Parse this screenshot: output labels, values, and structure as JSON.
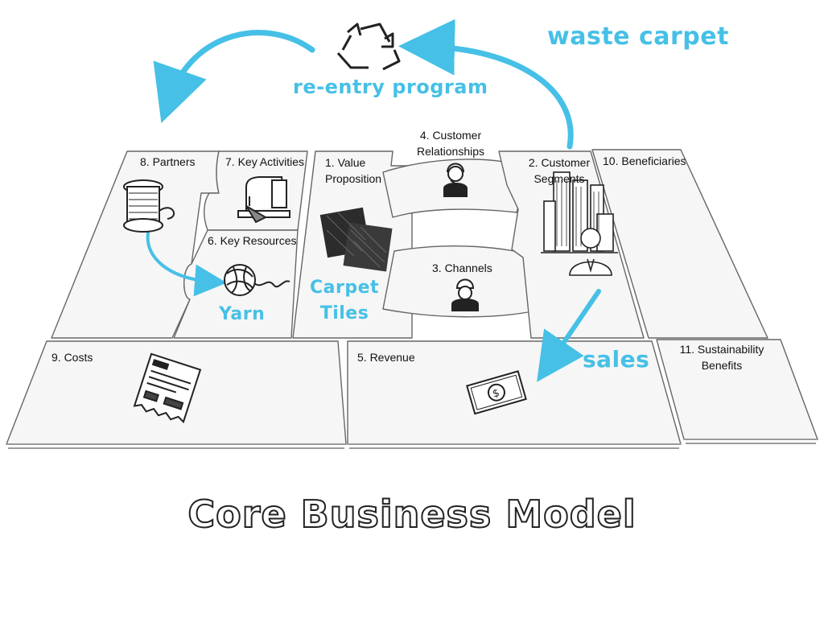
{
  "canvas": {
    "blocks": {
      "partners": "8. Partners",
      "key_activities": "7. Key Activities",
      "key_resources": "6. Key Resources",
      "value_proposition_l1": "1. Value",
      "value_proposition_l2": "Proposition",
      "customer_relationships_l1": "4. Customer",
      "customer_relationships_l2": "Relationships",
      "channels": "3. Channels",
      "customer_segments_l1": "2. Customer",
      "customer_segments_l2": "Segments",
      "beneficiaries": "10. Beneficiaries",
      "costs": "9. Costs",
      "revenue": "5. Revenue",
      "sustainability_l1": "11. Sustainability",
      "sustainability_l2": "Benefits"
    },
    "annotations": {
      "reentry": "re-entry program",
      "waste": "waste carpet",
      "yarn": "Yarn",
      "carpet_l1": "Carpet",
      "carpet_l2": "Tiles",
      "sales": "sales"
    },
    "title": "Core Business Model"
  },
  "colors": {
    "accent": "#46c0e6",
    "outline": "#666666",
    "panel": "#f6f6f6"
  },
  "icons": [
    "recycle-icon",
    "spool-icon",
    "sewing-machine-icon",
    "yarn-ball-icon",
    "carpet-tiles-icon",
    "headset-person-icon",
    "worker-icon",
    "city-businessman-icon",
    "invoice-icon",
    "money-icon"
  ]
}
